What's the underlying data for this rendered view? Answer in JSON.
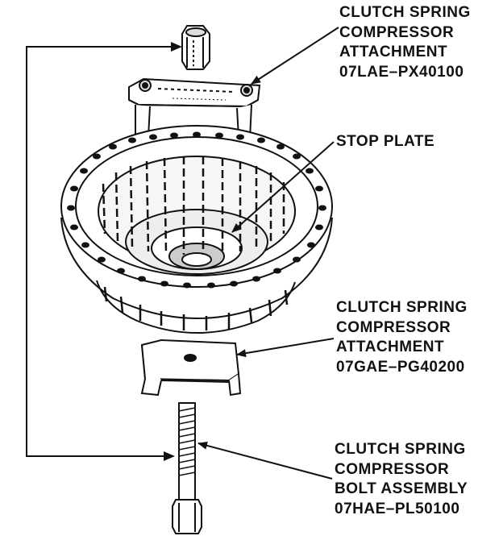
{
  "callouts": {
    "top_attachment": {
      "lines": [
        "CLUTCH SPRING",
        "COMPRESSOR",
        "ATTACHMENT",
        "07LAE–PX40100"
      ]
    },
    "stop_plate": {
      "lines": [
        "STOP PLATE"
      ]
    },
    "lower_attachment": {
      "lines": [
        "CLUTCH SPRING",
        "COMPRESSOR",
        "ATTACHMENT",
        "07GAE–PG40200"
      ]
    },
    "bolt_assembly": {
      "lines": [
        "CLUTCH SPRING",
        "COMPRESSOR",
        "BOLT ASSEMBLY",
        "07HAE–PL50100"
      ]
    }
  },
  "colors": {
    "ink": "#111111",
    "paper": "#ffffff"
  }
}
